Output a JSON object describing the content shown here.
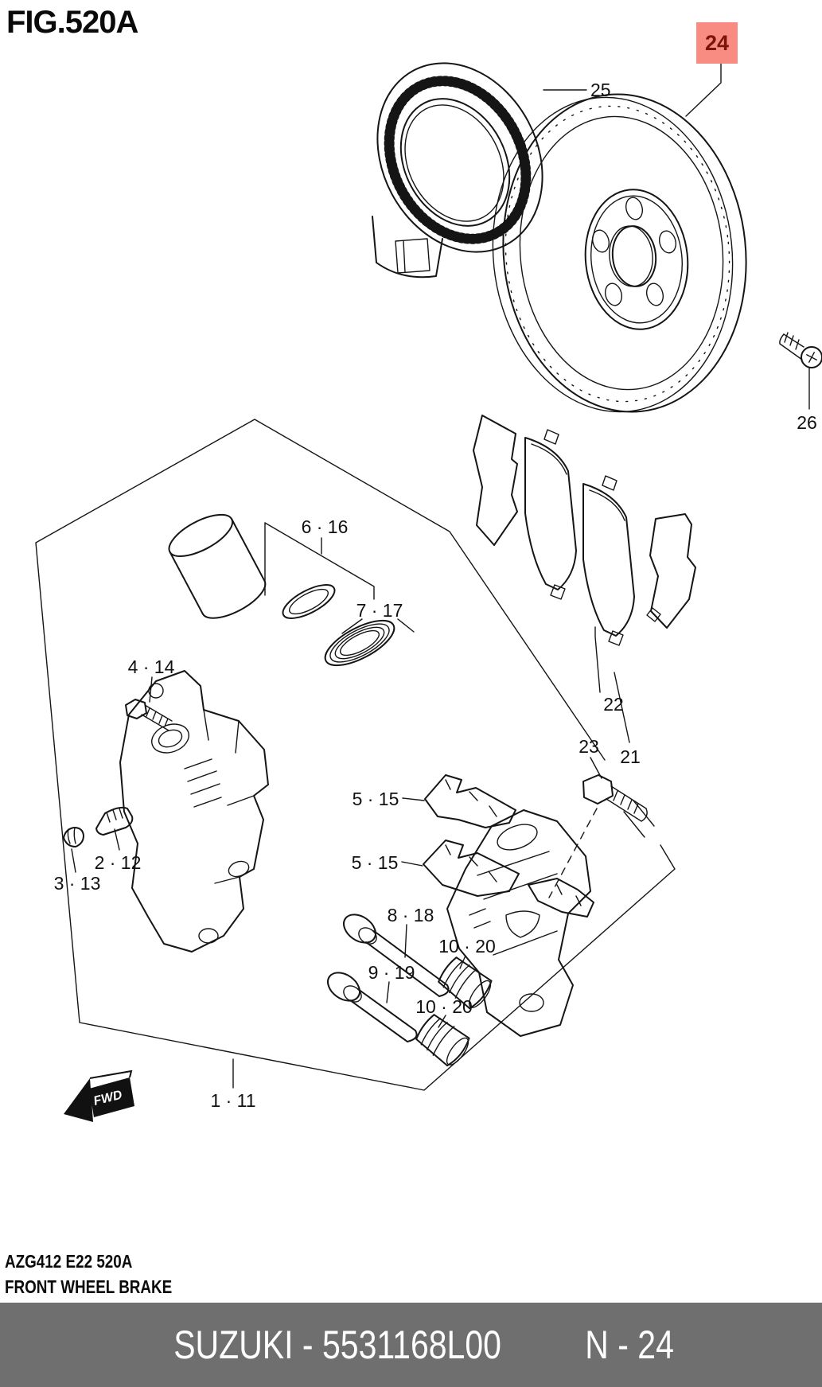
{
  "figure": {
    "id": "FIG.520A"
  },
  "highlight": {
    "label": "24",
    "bg": "#F98C82",
    "fg": "#7B150C"
  },
  "fwd": {
    "label": "FWD"
  },
  "callouts": [
    {
      "ref": "25",
      "label": "25"
    },
    {
      "ref": "26",
      "label": "26"
    },
    {
      "ref": "6-16",
      "label": "6 · 16"
    },
    {
      "ref": "7-17",
      "label": "7 · 17"
    },
    {
      "ref": "4-14",
      "label": "4 · 14"
    },
    {
      "ref": "2-12",
      "label": "2 · 12"
    },
    {
      "ref": "3-13",
      "label": "3 · 13"
    },
    {
      "ref": "5-15-upper",
      "label": "5 · 15"
    },
    {
      "ref": "5-15-lower",
      "label": "5 · 15"
    },
    {
      "ref": "8-18",
      "label": "8 · 18"
    },
    {
      "ref": "10-20-upper",
      "label": "10 · 20"
    },
    {
      "ref": "9-19",
      "label": "9 · 19"
    },
    {
      "ref": "10-20-lower",
      "label": "10 · 20"
    },
    {
      "ref": "22",
      "label": "22"
    },
    {
      "ref": "23",
      "label": "23"
    },
    {
      "ref": "21",
      "label": "21"
    },
    {
      "ref": "1-11",
      "label": "1 · 11"
    }
  ],
  "captions": {
    "code": "AZG412 E22 520A",
    "title": "FRONT WHEEL BRAKE"
  },
  "footer": {
    "banner_left": "SUZUKI - 5531168L00",
    "banner_right": "N - 24",
    "banner_bg": "#6F6F6F",
    "banner_fg": "#FFFFFF"
  }
}
